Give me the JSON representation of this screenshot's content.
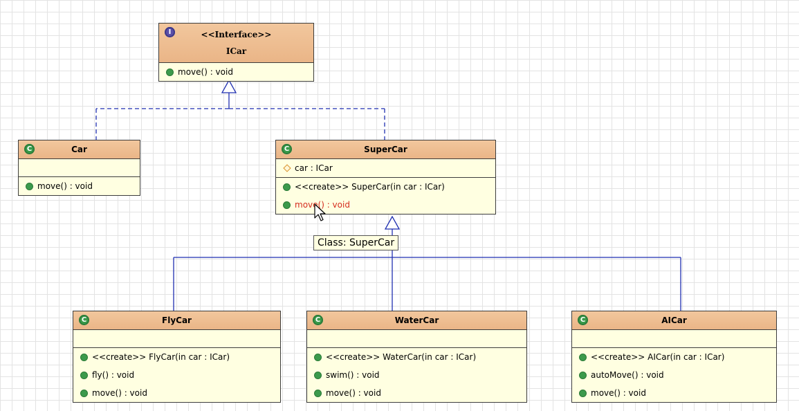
{
  "colors": {
    "header_gradient_top": "#f2c79d",
    "header_gradient_bottom": "#eab587",
    "body_fill": "#ffffe1",
    "connector": "#1f2fb0",
    "highlight_text": "#d52b1e"
  },
  "diagram": {
    "interface": {
      "icon": "interface-icon",
      "stereotype": "<<Interface>>",
      "name": "ICar",
      "methods": [
        "move() : void"
      ]
    },
    "car": {
      "icon": "class-icon",
      "name": "Car",
      "methods": [
        "move() : void"
      ]
    },
    "supercar": {
      "icon": "class-icon",
      "name": "SuperCar",
      "fields": [
        "car : ICar"
      ],
      "methods": [
        "<<create>> SuperCar(in car : ICar)",
        "move() : void"
      ]
    },
    "flycar": {
      "icon": "class-icon",
      "name": "FlyCar",
      "methods": [
        "<<create>> FlyCar(in car : ICar)",
        "fly() : void",
        "move() : void"
      ]
    },
    "watercar": {
      "icon": "class-icon",
      "name": "WaterCar",
      "methods": [
        "<<create>> WaterCar(in car : ICar)",
        "swim() : void",
        "move() : void"
      ]
    },
    "aicar": {
      "icon": "class-icon",
      "name": "AICar",
      "methods": [
        "<<create>> AICar(in car : ICar)",
        "autoMove() : void",
        "move() : void"
      ]
    }
  },
  "tooltip": "Class: SuperCar"
}
